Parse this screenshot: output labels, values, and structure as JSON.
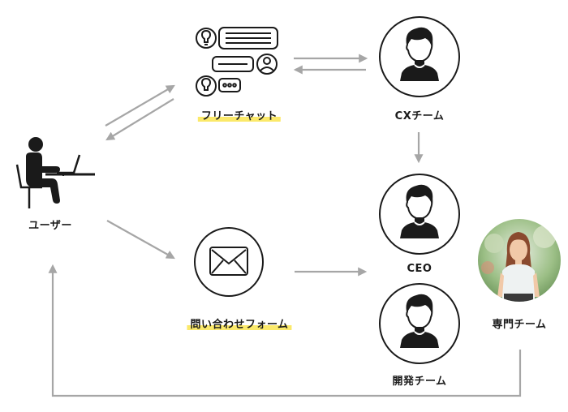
{
  "nodes": {
    "user": {
      "label": "ユーザー",
      "icon": "person-at-laptop-icon"
    },
    "free_chat": {
      "label": "フリーチャット",
      "icon": "chat-bubbles-icon",
      "highlight": "#fbe96a"
    },
    "inquiry_form": {
      "label": "問い合わせフォーム",
      "icon": "envelope-icon",
      "highlight": "#fbe96a"
    },
    "cx_team": {
      "label": "CXチーム",
      "icon": "person-avatar-icon"
    },
    "ceo": {
      "label": "CEO",
      "icon": "person-avatar-icon"
    },
    "dev_team": {
      "label": "開発チーム",
      "icon": "person-avatar-icon"
    },
    "specialist_team": {
      "label": "専門チーム",
      "icon": "photo-avatar-woman"
    }
  },
  "edges": [
    {
      "from": "user",
      "to": "free_chat",
      "direction": "bidirectional"
    },
    {
      "from": "free_chat",
      "to": "cx_team",
      "direction": "bidirectional"
    },
    {
      "from": "cx_team",
      "to": "ceo",
      "direction": "forward"
    },
    {
      "from": "user",
      "to": "inquiry_form",
      "direction": "forward"
    },
    {
      "from": "inquiry_form",
      "to": "ceo",
      "direction": "forward"
    },
    {
      "from": "specialist_team",
      "to": "user",
      "direction": "forward"
    }
  ],
  "colors": {
    "arrow": "#a6a6a6",
    "highlight": "#fbe96a",
    "stroke": "#1a1a1a"
  }
}
